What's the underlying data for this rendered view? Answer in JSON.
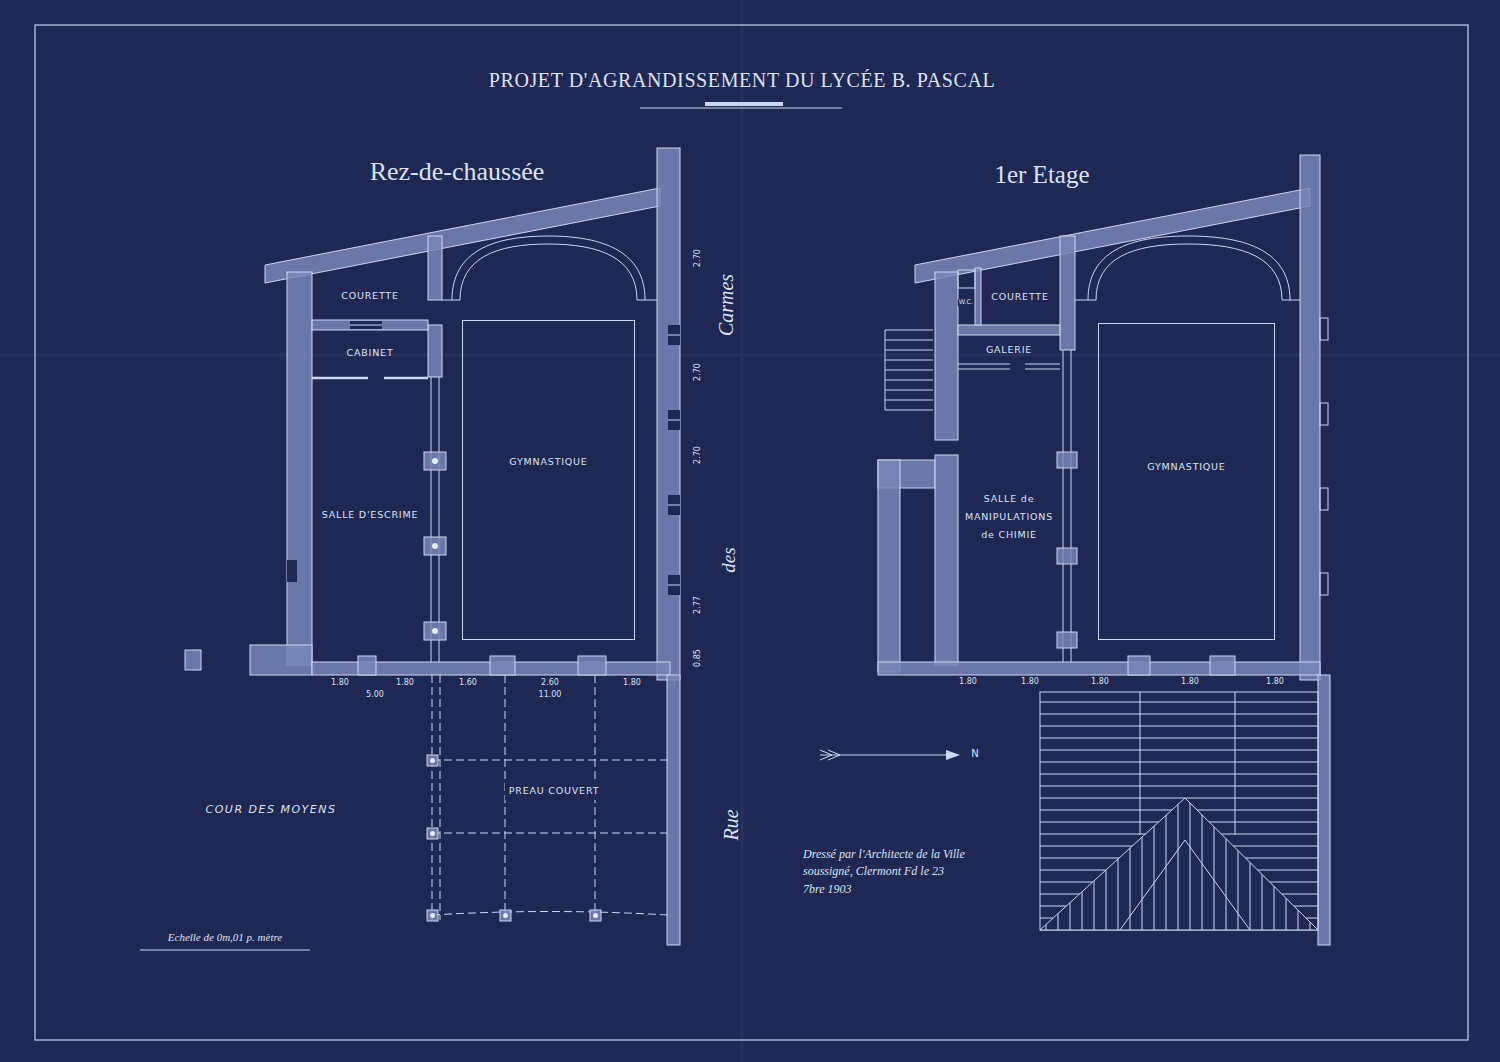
{
  "diagram": {
    "title": "PROJET D'AGRANDISSEMENT DU LYCÉE B. PASCAL",
    "nodes": [
      {
        "text": [
          "COURETTE"
        ]
      },
      {
        "text": [
          "CABINET"
        ]
      },
      {
        "text": [
          "SALLE D'ESCRIME"
        ]
      },
      {
        "text": [
          "GYMNASTIQUE"
        ]
      },
      {
        "text": [
          "PREAU COUVERT"
        ]
      },
      {
        "text": [
          "COURETTE"
        ]
      },
      {
        "text": [
          "GALERIE"
        ]
      },
      {
        "text": [
          "SALLE de MANIPULATIONS de CHIMIE"
        ]
      },
      {
        "text": [
          "GYMNASTIQUE"
        ]
      }
    ],
    "labels": [
      "Rez-de-chaussée",
      "1er Etage",
      "Carmes",
      "des",
      "Rue",
      "COUR DES MOYENS",
      "Echelle de 0m,01 p. mètre",
      "Dressé par l'Architecte de la Ville soussigné, Clermont Fd le 23 7bre 1903",
      "N",
      "W.C.",
      "1.80",
      "1.80",
      "5.00",
      "1.60",
      "2.60",
      "11.00",
      "1.80",
      "2.70",
      "2.70",
      "2.70",
      "2.77",
      "0.85",
      "1.80",
      "1.80",
      "1.80",
      "1.80",
      "1.80"
    ]
  }
}
